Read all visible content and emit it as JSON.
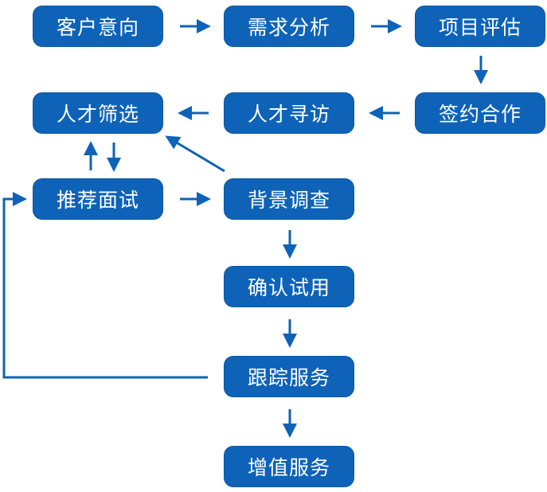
{
  "colors": {
    "box": "#0e63b8",
    "arrow": "#0e63b8",
    "text": "#ffffff"
  },
  "nodes": [
    {
      "id": "customer-intent",
      "label": "客户意向"
    },
    {
      "id": "needs-analysis",
      "label": "需求分析"
    },
    {
      "id": "project-evaluation",
      "label": "项目评估"
    },
    {
      "id": "sign-contract",
      "label": "签约合作"
    },
    {
      "id": "talent-search",
      "label": "人才寻访"
    },
    {
      "id": "talent-screening",
      "label": "人才筛选"
    },
    {
      "id": "recommend-interview",
      "label": "推荐面试"
    },
    {
      "id": "background-check",
      "label": "背景调查"
    },
    {
      "id": "confirm-probation",
      "label": "确认试用"
    },
    {
      "id": "follow-up-service",
      "label": "跟踪服务"
    },
    {
      "id": "value-added-service",
      "label": "增值服务"
    }
  ],
  "edges": [
    {
      "from": "customer-intent",
      "to": "needs-analysis"
    },
    {
      "from": "needs-analysis",
      "to": "project-evaluation"
    },
    {
      "from": "project-evaluation",
      "to": "sign-contract"
    },
    {
      "from": "sign-contract",
      "to": "talent-search"
    },
    {
      "from": "talent-search",
      "to": "talent-screening"
    },
    {
      "from": "talent-screening",
      "to": "recommend-interview"
    },
    {
      "from": "recommend-interview",
      "to": "talent-screening"
    },
    {
      "from": "recommend-interview",
      "to": "background-check"
    },
    {
      "from": "background-check",
      "to": "talent-screening"
    },
    {
      "from": "background-check",
      "to": "confirm-probation"
    },
    {
      "from": "confirm-probation",
      "to": "follow-up-service"
    },
    {
      "from": "follow-up-service",
      "to": "recommend-interview"
    },
    {
      "from": "follow-up-service",
      "to": "value-added-service"
    }
  ]
}
